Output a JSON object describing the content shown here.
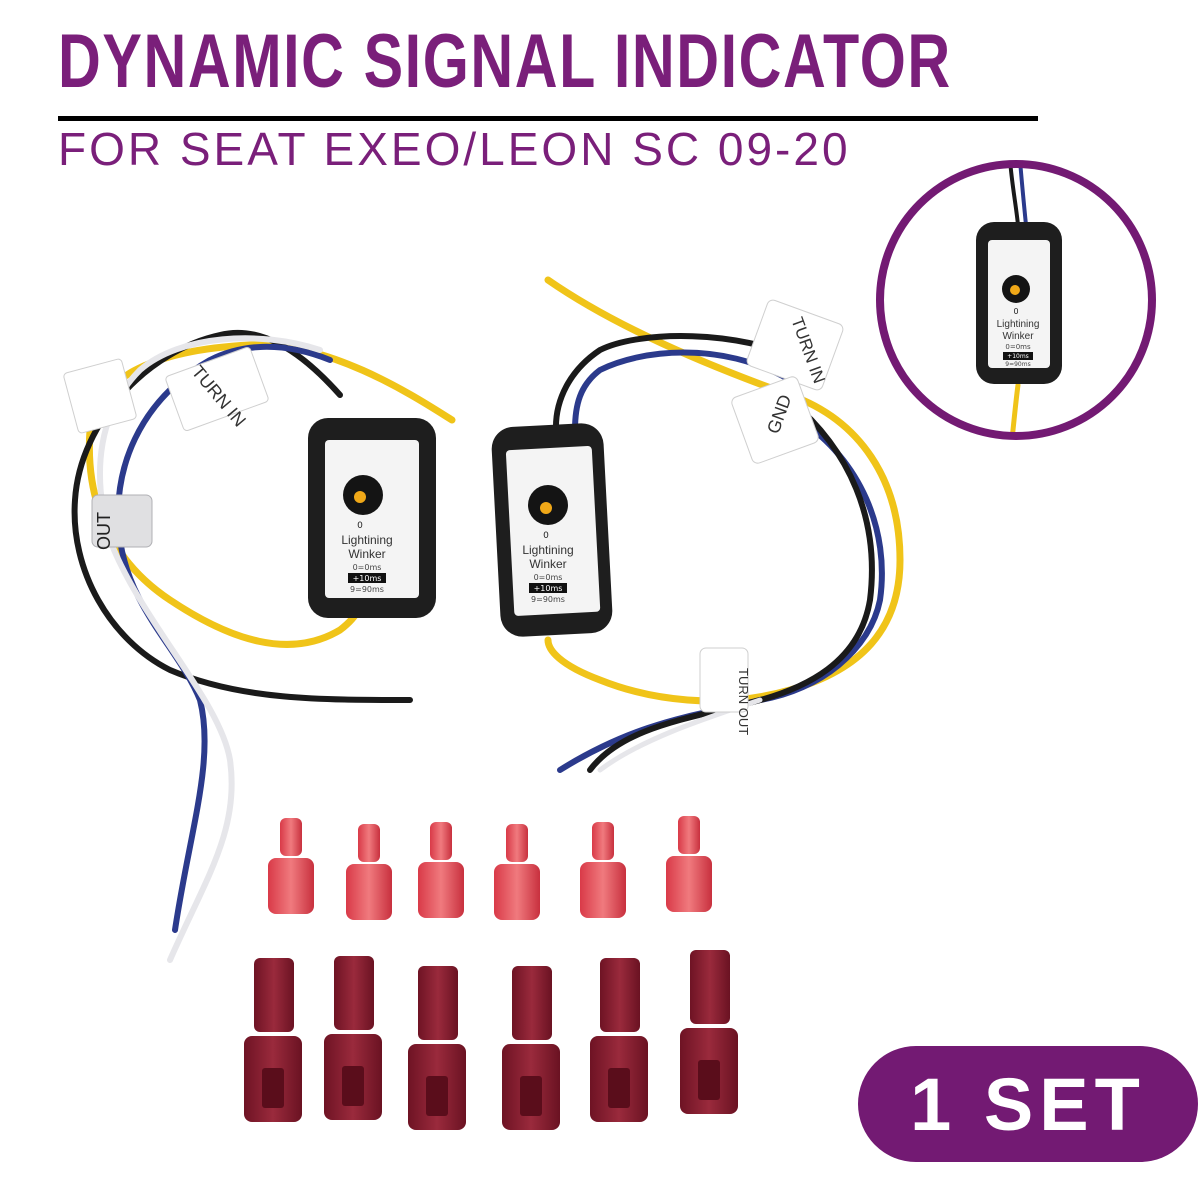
{
  "header": {
    "title": "DYNAMIC SIGNAL INDICATOR",
    "subtitle": "FOR SEAT EXEO/LEON SC 09-20"
  },
  "module": {
    "brand_line1": "Lightining",
    "brand_line2": "Winker",
    "spec_0": "0=0ms",
    "spec_step": "+10ms",
    "spec_9": "9=90ms",
    "dial_zero": "0"
  },
  "wire_tags": {
    "left_turn_in": "TURN IN",
    "left_out": "OUT",
    "right_turn_in": "TURN IN",
    "right_gnd": "GND",
    "right_turn_out": "TURN OUT"
  },
  "badge": {
    "label": "1 SET"
  },
  "colors": {
    "brand_purple": "#7a1f7a",
    "badge_purple": "#731a73",
    "wire_yellow": "#f0c419",
    "wire_blue": "#2b3a8c",
    "wire_black": "#1a1a1a",
    "connector_light_red": "#e8505a",
    "connector_dark_red": "#8a1f2e"
  }
}
